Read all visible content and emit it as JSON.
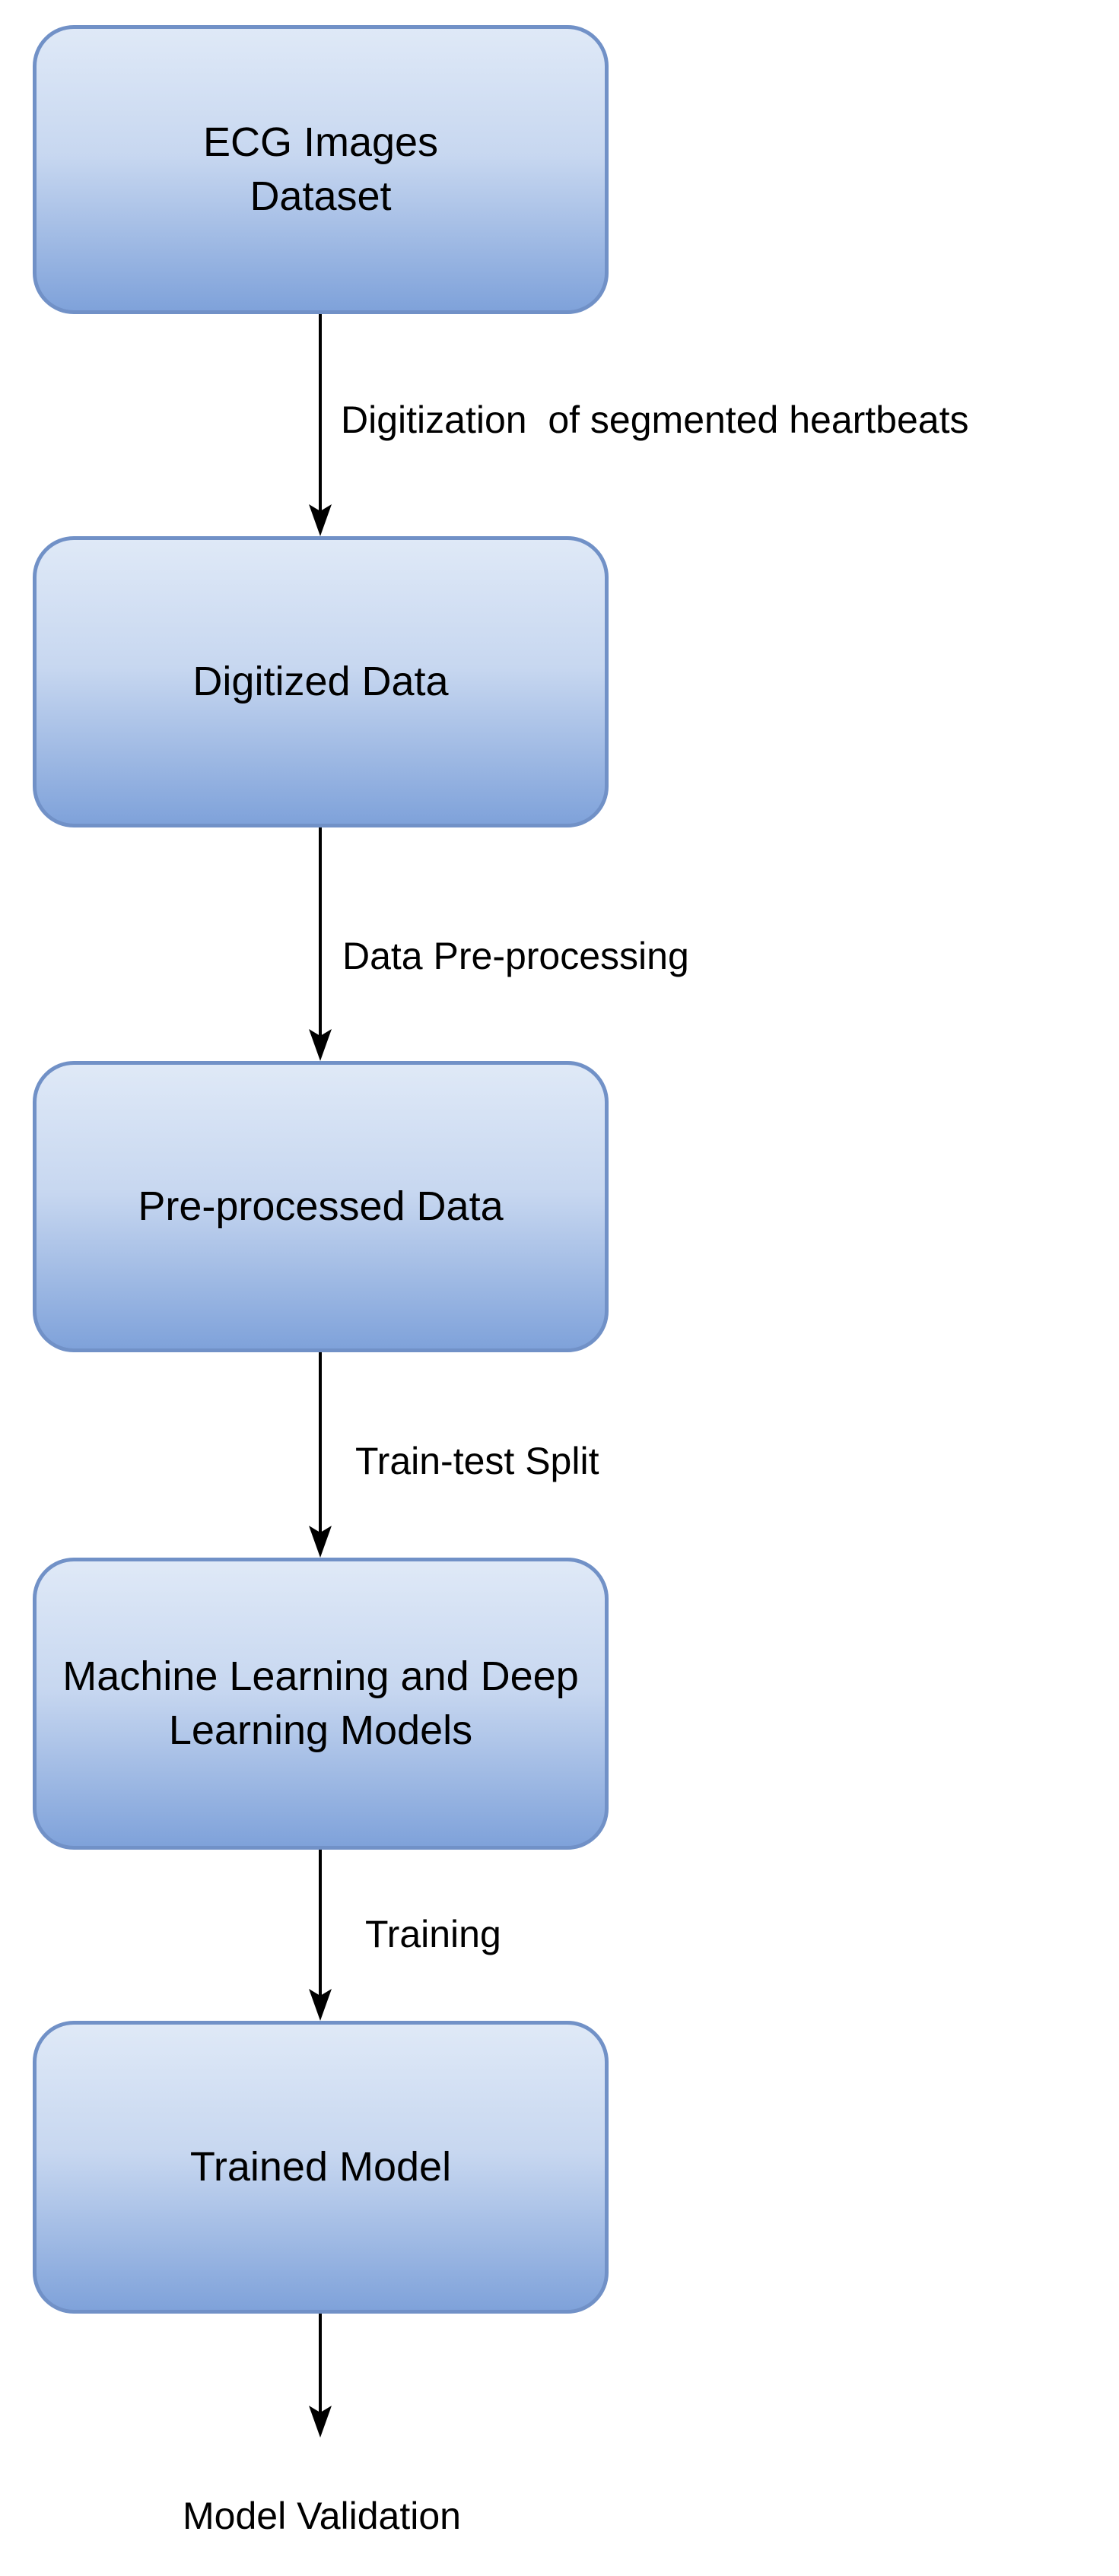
{
  "flowchart": {
    "nodes": [
      {
        "label": "ECG Images\nDataset"
      },
      {
        "label": "Digitized Data"
      },
      {
        "label": "Pre-processed Data"
      },
      {
        "label": "Machine Learning and Deep\nLearning Models"
      },
      {
        "label": "Trained Model"
      }
    ],
    "edges": [
      {
        "from": 0,
        "to": 1,
        "label": "Digitization  of segmented heartbeats"
      },
      {
        "from": 1,
        "to": 2,
        "label": "Data Pre-processing"
      },
      {
        "from": 2,
        "to": 3,
        "label": "Train-test Split"
      },
      {
        "from": 3,
        "to": 4,
        "label": "Training"
      },
      {
        "from": 4,
        "to": null,
        "label": "Model Validation"
      }
    ],
    "colors": {
      "node_fill_top": "#dfe9f7",
      "node_fill_bottom": "#7fa2da",
      "node_border": "#7191c7",
      "arrow": "#000000",
      "text": "#000000",
      "background": "#ffffff"
    }
  }
}
